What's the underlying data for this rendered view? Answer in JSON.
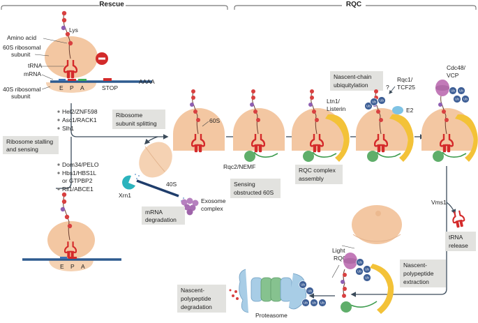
{
  "sections": {
    "rescue": "Rescue",
    "rqc": "RQC"
  },
  "ribosome_labels": {
    "lys": "Lys",
    "amino_acid": "Amino acid",
    "r60s_line1": "60S ribosomal",
    "r60s_line2": "subunit",
    "trna": "tRNA",
    "mrna": "mRNA",
    "r40s_line1": "40S ribosomal",
    "r40s_line2": "subunit",
    "site_e": "E",
    "site_p": "P",
    "site_a": "A",
    "stop": "STOP",
    "polya": "AAAA"
  },
  "factors": {
    "sensing": [
      "Hel2/ZNF598",
      "Asc1/RACK1",
      "Slh1"
    ],
    "splitting": [
      "Dom34/PELO",
      "Hbs1/HBS1L",
      "or GTPBP2",
      "Rli1/ABCE1"
    ]
  },
  "boxes": {
    "stalling_l1": "Ribosome stalling",
    "stalling_l2": "and sensing",
    "splitting_l1": "Ribosome",
    "splitting_l2": "subunit splitting",
    "mrna_deg_l1": "mRNA",
    "mrna_deg_l2": "degradation",
    "sensing_l1": "Sensing",
    "sensing_l2": "obstructed 60S",
    "rqc_asm_l1": "RQC complex",
    "rqc_asm_l2": "assembly",
    "ubiq_l1": "Nascent-chain",
    "ubiq_l2": "ubiquitylation",
    "trna_rel_l1": "tRNA",
    "trna_rel_l2": "release",
    "extract_l1": "Nascent-",
    "extract_l2": "polypeptide",
    "extract_l3": "extraction",
    "np_deg_l1": "Nascent-",
    "np_deg_l2": "polypeptide",
    "np_deg_l3": "degradation"
  },
  "labels": {
    "s60": "60S",
    "s40": "40S",
    "xrn1": "Xrn1",
    "exosome_l1": "Exosome",
    "exosome_l2": "complex",
    "rqc2": "Rqc2/NEMF",
    "ltn1_l1": "Ltn1/",
    "ltn1_l2": "Listerin",
    "rqc1_l1": "Rqc1/",
    "rqc1_l2": "TCF25",
    "qmark": "?",
    "e2": "E2",
    "cdc48_l1": "Cdc48/",
    "cdc48_l2": "VCP",
    "vms1": "Vms1",
    "light_l1": "Light",
    "light_l2": "RQC",
    "proteasome": "Proteasome",
    "ub": "Ub"
  },
  "colors": {
    "ribo_top": "#f3c7a2",
    "ribo_bottom": "#f5d2b3",
    "trna": "#d42a2a",
    "aa_red": "#d84040",
    "lys_purple": "#8e5fb2",
    "mrna": "#2e5b8f",
    "ub": "#3e5f96",
    "rqc2": "#5fae6a",
    "ltn1": "#f3c238",
    "cdc48": "#c27ab8",
    "e2": "#7fc3e4",
    "proteasome": "#a8cde6",
    "exosome": "#b681bf",
    "box": "#e2e2df",
    "inhibit": "#d22a2a"
  }
}
